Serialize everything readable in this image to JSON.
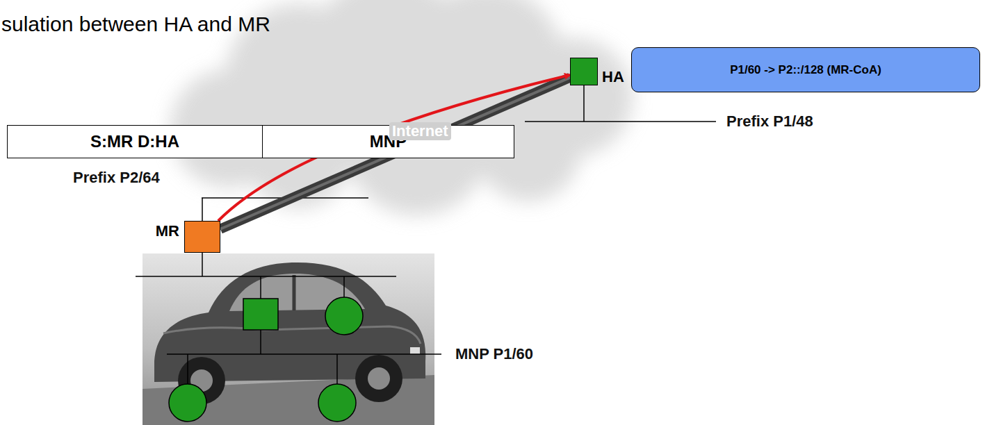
{
  "diagram": {
    "nodes": [
      {
        "text": [
          "HA"
        ]
      },
      {
        "text": [
          "P1/60 -> P2::/128 (MR-CoA)"
        ]
      },
      {
        "text": [
          "S:MR D:HA"
        ]
      },
      {
        "text": [
          "MNP"
        ]
      },
      {
        "text": [
          "MR"
        ]
      }
    ],
    "edges": [
      {
        "from": 4,
        "to": 0,
        "arrow": "none"
      },
      {
        "from": 4,
        "to": 0,
        "arrow": "to"
      }
    ],
    "labels": [
      "sulation between HA and MR",
      "Internet",
      "Prefix P1/48",
      "Prefix P2/64",
      "MNP P1/60"
    ]
  }
}
